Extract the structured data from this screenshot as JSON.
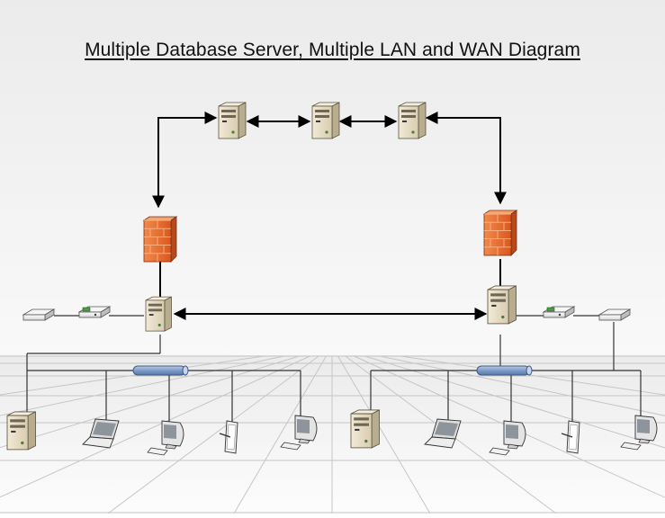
{
  "title": "Multiple Database Server, Multiple LAN and WAN Diagram",
  "colors": {
    "background_top": "#ebebeb",
    "background_bottom": "#ffffff",
    "link_line": "#000000",
    "firewall": "#e8743a",
    "server_body": "#e6dcc6",
    "hub_bus": "#7f9cc8",
    "floor_grid": "#c8c8c8"
  },
  "wan": {
    "servers": [
      {
        "name": "wan-server-left",
        "icon": "server-icon"
      },
      {
        "name": "wan-server-center",
        "icon": "server-icon"
      },
      {
        "name": "wan-server-right",
        "icon": "server-icon"
      }
    ],
    "firewalls": [
      {
        "name": "firewall-left",
        "icon": "firewall-icon"
      },
      {
        "name": "firewall-right",
        "icon": "firewall-icon"
      }
    ]
  },
  "lans": [
    {
      "name": "lan-left",
      "database_server": "server-icon",
      "network_devices": [
        "modem-icon",
        "router-icon"
      ],
      "hub": "hub-icon",
      "nodes": [
        "server-icon",
        "laptop-icon",
        "desktop-icon",
        "tablet-icon",
        "desktop-icon"
      ]
    },
    {
      "name": "lan-right",
      "database_server": "server-icon",
      "network_devices": [
        "router-icon",
        "modem-icon"
      ],
      "hub": "hub-icon",
      "nodes": [
        "server-icon",
        "laptop-icon",
        "desktop-icon",
        "tablet-icon",
        "desktop-icon"
      ]
    }
  ]
}
